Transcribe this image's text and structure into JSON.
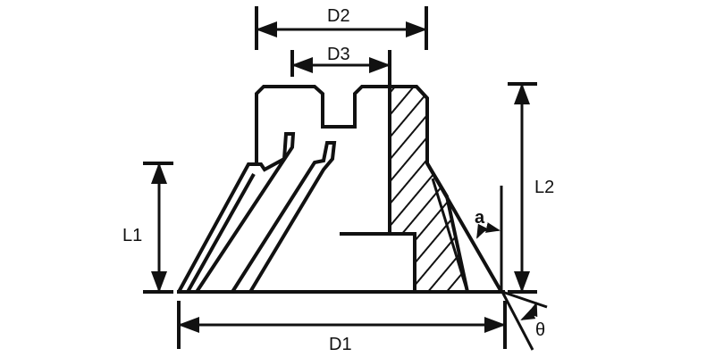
{
  "diagram": {
    "labels": {
      "d1": "D1",
      "d2": "D2",
      "d3": "D3",
      "l1": "L1",
      "l2": "L2",
      "angle_a": "a",
      "angle_theta": "θ"
    },
    "colors": {
      "line": "#111111",
      "background": "#ffffff"
    }
  }
}
